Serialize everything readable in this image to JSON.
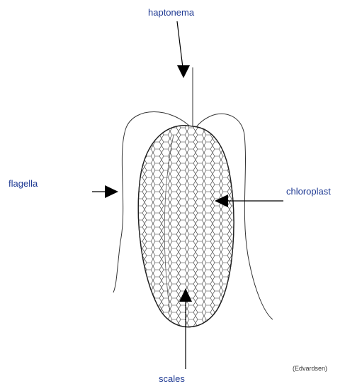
{
  "labels": {
    "haptonema": "haptonema",
    "flagella": "flagella",
    "chloroplast": "chloroplast",
    "scales": "scales"
  },
  "credit": "(Edvardsen)",
  "colors": {
    "label": "#1f3a93",
    "line": "#222222",
    "arrow": "#000000"
  }
}
